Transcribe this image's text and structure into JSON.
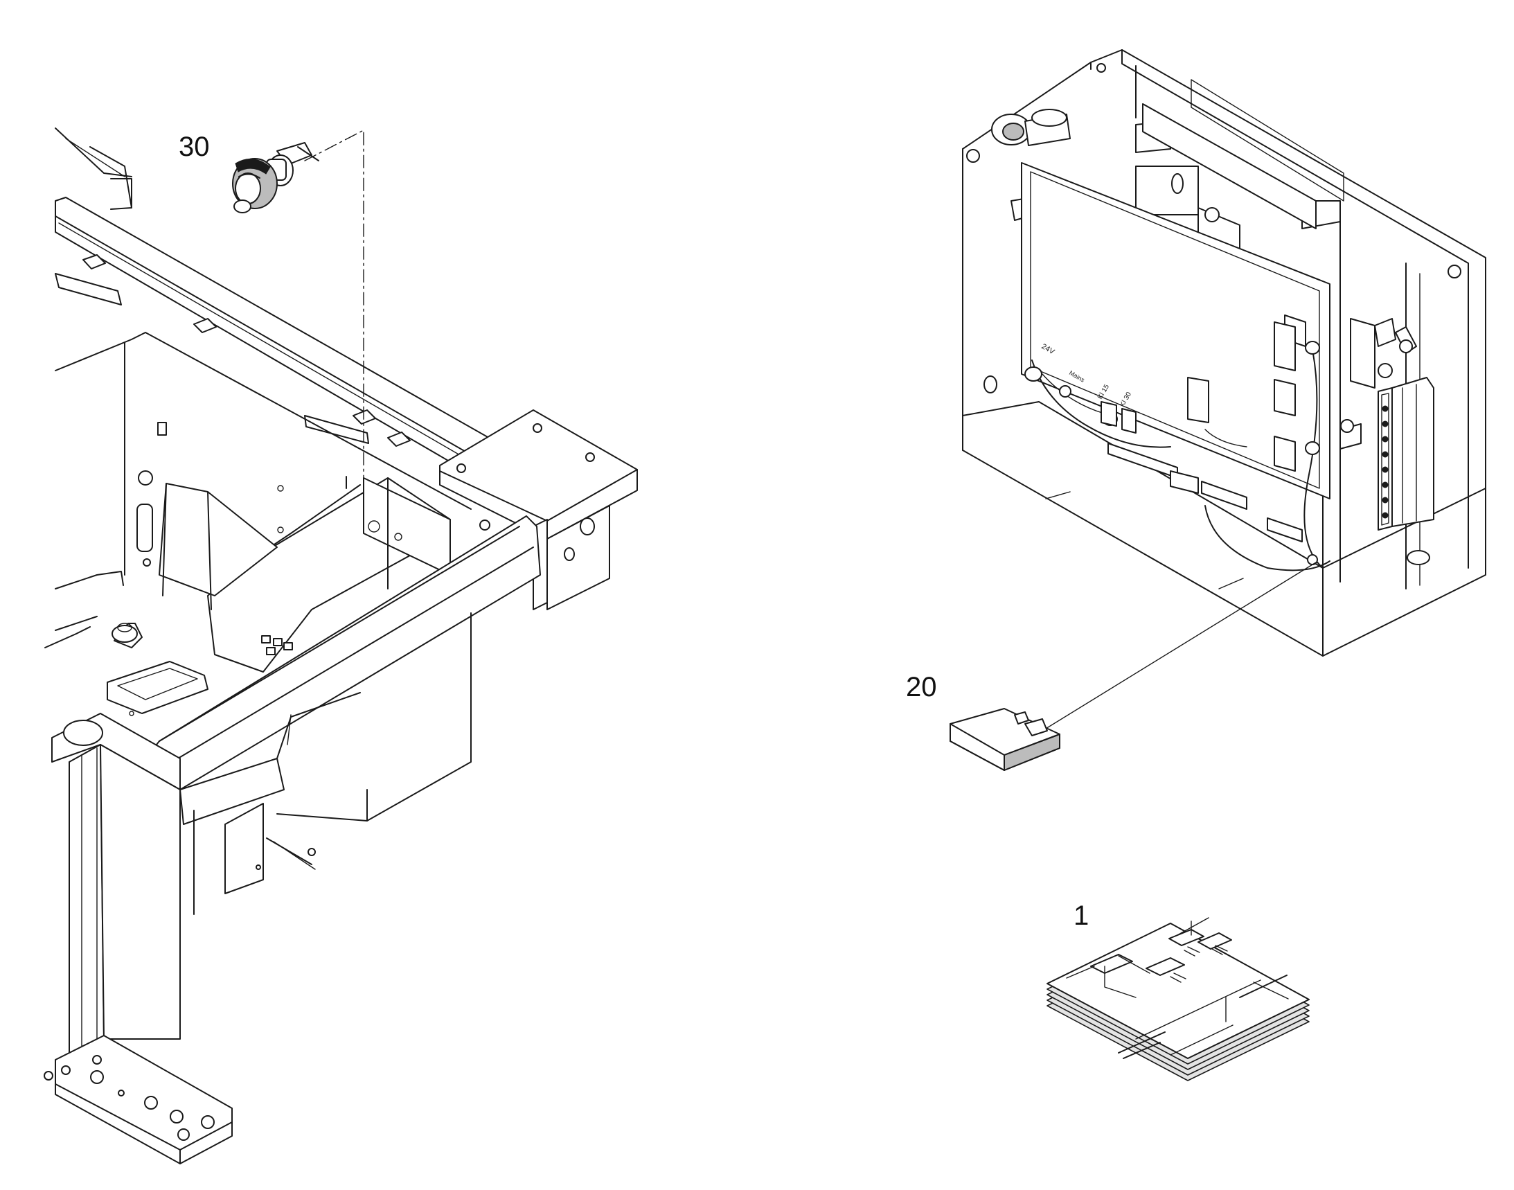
{
  "callouts": {
    "item_30": "30",
    "item_20": "20",
    "item_1": "1"
  },
  "board_labels": {
    "voltage": "24V",
    "mains": "Mains",
    "kl15": "Kl 15",
    "kl30": "Kl 30"
  },
  "colors": {
    "line": "#1a1a1a",
    "paper": "#ffffff",
    "shade": "#bcbcbc"
  }
}
